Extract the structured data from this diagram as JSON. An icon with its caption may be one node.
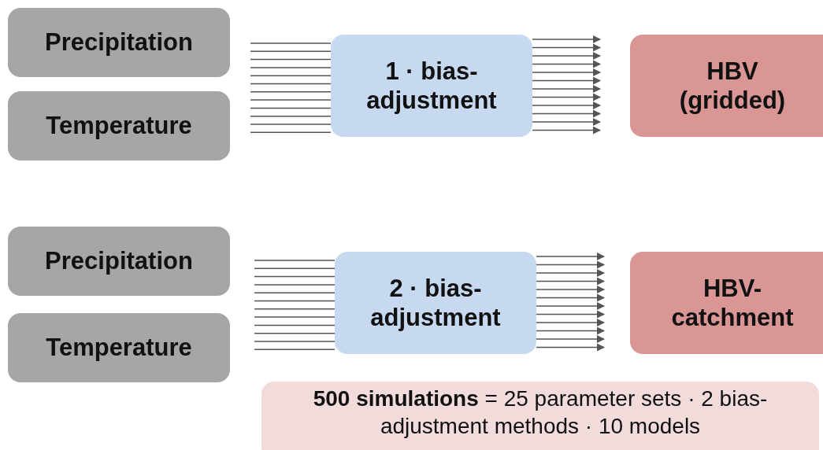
{
  "diagram": {
    "nodes": [
      {
        "text": [
          "Precipitation"
        ]
      },
      {
        "text": [
          "Temperature"
        ]
      },
      {
        "text": [
          "1 · bias-adjustment"
        ]
      },
      {
        "text": [
          "HBV (gridded)"
        ]
      },
      {
        "text": [
          "Precipitation"
        ]
      },
      {
        "text": [
          "Temperature"
        ]
      },
      {
        "text": [
          "2 · bias-adjustment"
        ]
      },
      {
        "text": [
          "HBV-catchment"
        ]
      },
      {
        "text": [
          "**500 simulations** = 25 parameter sets · 2 bias-adjustment methods · 10 models"
        ]
      }
    ],
    "edges": [
      {
        "from": null,
        "to": 2,
        "arrow": "none"
      },
      {
        "from": null,
        "to": 2,
        "arrow": "none"
      },
      {
        "from": null,
        "to": 2,
        "arrow": "none"
      },
      {
        "from": null,
        "to": 2,
        "arrow": "none"
      },
      {
        "from": null,
        "to": 2,
        "arrow": "none"
      },
      {
        "from": null,
        "to": 2,
        "arrow": "none"
      },
      {
        "from": null,
        "to": 2,
        "arrow": "none"
      },
      {
        "from": null,
        "to": 2,
        "arrow": "none"
      },
      {
        "from": null,
        "to": 2,
        "arrow": "none"
      },
      {
        "from": null,
        "to": 2,
        "arrow": "none"
      },
      {
        "from": null,
        "to": 2,
        "arrow": "none"
      },
      {
        "from": null,
        "to": 2,
        "arrow": "none"
      },
      {
        "from": 2,
        "to": null,
        "arrow": "to"
      },
      {
        "from": 2,
        "to": null,
        "arrow": "to"
      },
      {
        "from": 2,
        "to": null,
        "arrow": "to"
      },
      {
        "from": 2,
        "to": null,
        "arrow": "to"
      },
      {
        "from": 2,
        "to": null,
        "arrow": "to"
      },
      {
        "from": 2,
        "to": null,
        "arrow": "to"
      },
      {
        "from": 2,
        "to": null,
        "arrow": "to"
      },
      {
        "from": 2,
        "to": null,
        "arrow": "to"
      },
      {
        "from": 2,
        "to": null,
        "arrow": "to"
      },
      {
        "from": 2,
        "to": null,
        "arrow": "to"
      },
      {
        "from": 2,
        "to": null,
        "arrow": "to"
      },
      {
        "from": 2,
        "to": null,
        "arrow": "to"
      },
      {
        "from": null,
        "to": 6,
        "arrow": "none"
      },
      {
        "from": null,
        "to": 6,
        "arrow": "none"
      },
      {
        "from": null,
        "to": 6,
        "arrow": "none"
      },
      {
        "from": null,
        "to": 6,
        "arrow": "none"
      },
      {
        "from": null,
        "to": 6,
        "arrow": "none"
      },
      {
        "from": null,
        "to": 6,
        "arrow": "none"
      },
      {
        "from": null,
        "to": 6,
        "arrow": "none"
      },
      {
        "from": null,
        "to": 6,
        "arrow": "none"
      },
      {
        "from": null,
        "to": 6,
        "arrow": "none"
      },
      {
        "from": null,
        "to": 6,
        "arrow": "none"
      },
      {
        "from": null,
        "to": 6,
        "arrow": "none"
      },
      {
        "from": null,
        "to": 6,
        "arrow": "none"
      },
      {
        "from": 6,
        "to": null,
        "arrow": "to"
      },
      {
        "from": 6,
        "to": null,
        "arrow": "to"
      },
      {
        "from": 6,
        "to": null,
        "arrow": "to"
      },
      {
        "from": 6,
        "to": null,
        "arrow": "to"
      },
      {
        "from": 6,
        "to": null,
        "arrow": "to"
      },
      {
        "from": 6,
        "to": null,
        "arrow": "to"
      },
      {
        "from": 6,
        "to": null,
        "arrow": "to"
      },
      {
        "from": 6,
        "to": null,
        "arrow": "to"
      },
      {
        "from": 6,
        "to": null,
        "arrow": "to"
      },
      {
        "from": 6,
        "to": null,
        "arrow": "to"
      },
      {
        "from": 6,
        "to": null,
        "arrow": "to"
      },
      {
        "from": 6,
        "to": null,
        "arrow": "to"
      }
    ]
  }
}
